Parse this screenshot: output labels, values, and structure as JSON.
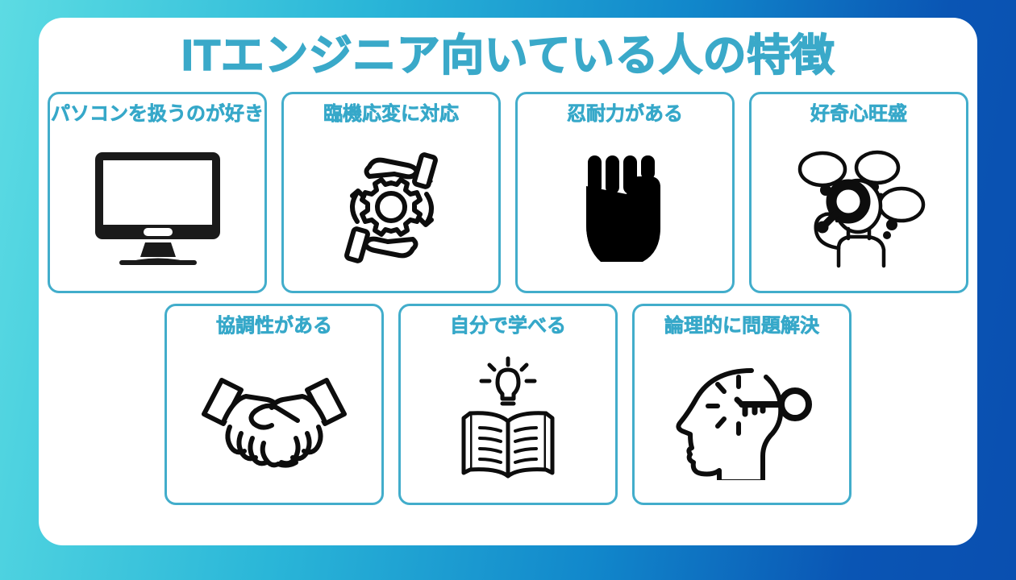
{
  "background": {
    "gradient_from": "#5ddbe3",
    "gradient_to": "#0a4fb0"
  },
  "panel": {
    "background_color": "#ffffff"
  },
  "header": {
    "title": "ITエンジニア向いている人の特徴",
    "title_color": "#3aa9c9"
  },
  "theme": {
    "accent": "#36a8c9",
    "card_border": "#42adcb",
    "icon_color": "#1a1a1a"
  },
  "cards": {
    "row1": [
      {
        "label": "パソコンを扱うのが好き",
        "icon": "desktop-monitor-icon"
      },
      {
        "label": "臨機応変に対応",
        "icon": "hands-gear-cycle-icon"
      },
      {
        "label": "忍耐力がある",
        "icon": "clenched-fist-icon"
      },
      {
        "label": "好奇心旺盛",
        "icon": "person-thought-bubbles-magnifier-icon"
      }
    ],
    "row2": [
      {
        "label": "協調性がある",
        "icon": "handshake-icon"
      },
      {
        "label": "自分で学べる",
        "icon": "open-book-lightbulb-icon"
      },
      {
        "label": "論理的に問題解決",
        "icon": "head-key-icon"
      }
    ]
  }
}
